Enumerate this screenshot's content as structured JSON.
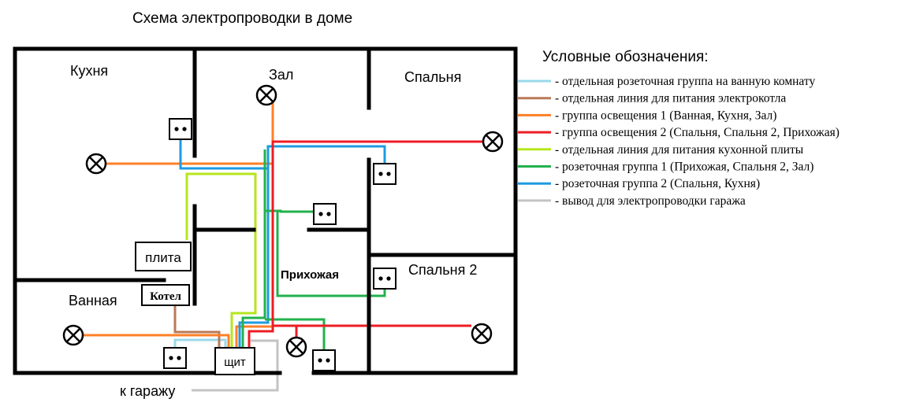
{
  "title": "Схема электропроводки в доме",
  "rooms": {
    "kitchen": "Кухня",
    "hall": "Зал",
    "bedroom": "Спальня",
    "bedroom2": "Спальня 2",
    "bathroom": "Ванная",
    "hallway": "Прихожая"
  },
  "devices": {
    "stove": "плита",
    "boiler": "Котел",
    "panel": "щит"
  },
  "garage_label": "к гаражу",
  "legend": {
    "title": "Условные обозначения:",
    "items": [
      {
        "color": "#99d9ea",
        "text": "- отдельная розеточная группа на ванную комнату"
      },
      {
        "color": "#b97a57",
        "text": "- отдельная линия для питания электрокотла"
      },
      {
        "color": "#ff7f27",
        "text": "- группа освещения 1 (Ванная, Кухня, Зал)"
      },
      {
        "color": "#ed1c24",
        "text": "- группа освещения 2 (Спальня, Спальня 2, Прихожая)"
      },
      {
        "color": "#b5e61d",
        "text": "- отдельная линия для питания кухонной плиты"
      },
      {
        "color": "#22b14c",
        "text": "- розеточная группа 1 (Прихожая, Спальня 2, Зал)"
      },
      {
        "color": "#1e9be0",
        "text": "- розеточная группа 2 (Спальня, Кухня)"
      },
      {
        "color": "#c3c3c3",
        "text": "- вывод для электропроводки гаража"
      }
    ]
  }
}
